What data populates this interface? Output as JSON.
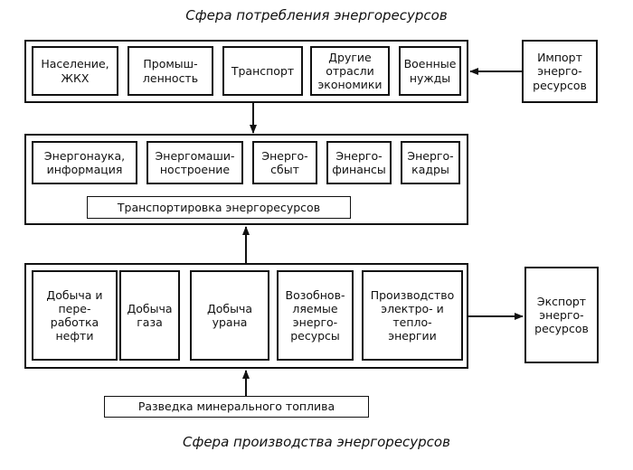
{
  "titles": {
    "top": "Сфера потребления энергоресурсов",
    "bottom": "Сфера производства энергоресурсов"
  },
  "consumption": {
    "items": [
      "Население,\nЖКХ",
      "Промыш-\nленность",
      "Транспорт",
      "Другие\nотрасли\nэкономики",
      "Военные\nнужды"
    ]
  },
  "import_box": "Импорт\nэнерго-\nресурсов",
  "infrastructure": {
    "items": [
      "Энергонаука,\nинформация",
      "Энергомаши-\nностроение",
      "Энерго-\nсбыт",
      "Энерго-\nфинансы",
      "Энерго-\nкадры"
    ],
    "transport": "Транспортировка энергоресурсов"
  },
  "production": {
    "items": [
      "Добыча и\nпере-\nработка\nнефти",
      "Добыча\nгаза",
      "Добыча\nурана",
      "Возобнов-\nляемые\nэнерго-\nресурсы",
      "Производство\nэлектро- и\nтепло-\nэнергии"
    ]
  },
  "export_box": "Экспорт\nэнерго-\nресурсов",
  "exploration": "Разведка минерального топлива"
}
